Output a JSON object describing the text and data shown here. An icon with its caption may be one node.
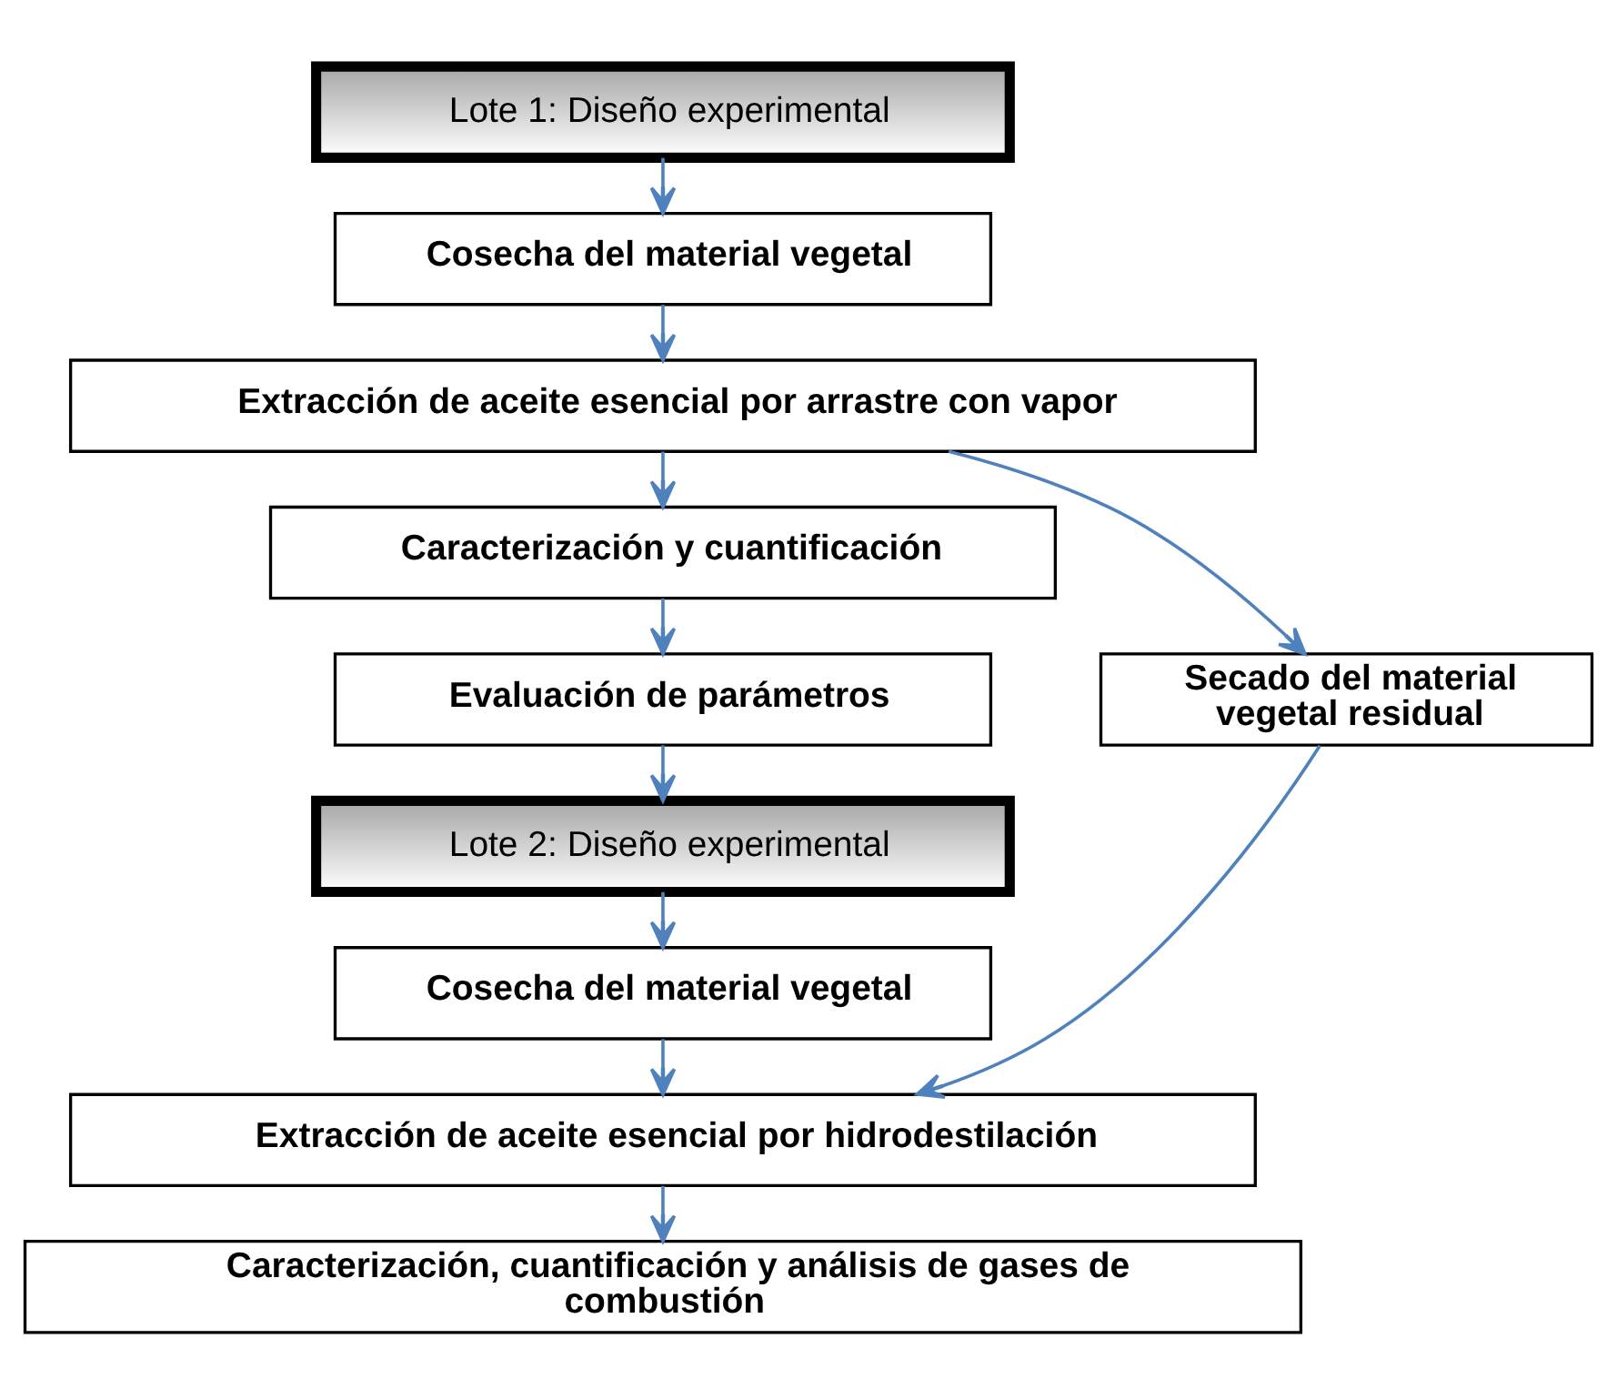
{
  "diagram": {
    "nodes": [
      {
        "text": [
          "Lote 1: Diseño experimental"
        ]
      },
      {
        "text": [
          "Cosecha del material vegetal"
        ]
      },
      {
        "text": [
          "Extracción de aceite esencial por arrastre con vapor"
        ]
      },
      {
        "text": [
          "Caracterización y cuantificación"
        ]
      },
      {
        "text": [
          "Evaluación de parámetros"
        ]
      },
      {
        "text": [
          "Secado del material vegetal residual"
        ]
      },
      {
        "text": [
          "Lote 2: Diseño experimental"
        ]
      },
      {
        "text": [
          "Cosecha del material vegetal"
        ]
      },
      {
        "text": [
          "Extracción de aceite esencial por hidrodestilación"
        ]
      },
      {
        "text": [
          "Caracterización, cuantificación y análisis de gases de combustión"
        ]
      }
    ],
    "edges": [
      {
        "from": 0,
        "to": 1,
        "arrow": "to"
      },
      {
        "from": 1,
        "to": 2,
        "arrow": "to"
      },
      {
        "from": 2,
        "to": 3,
        "arrow": "to"
      },
      {
        "from": 2,
        "to": 5,
        "arrow": "to"
      },
      {
        "from": 3,
        "to": 4,
        "arrow": "to"
      },
      {
        "from": 4,
        "to": 6,
        "arrow": "to"
      },
      {
        "from": 6,
        "to": 7,
        "arrow": "to"
      },
      {
        "from": 7,
        "to": 8,
        "arrow": "to"
      },
      {
        "from": 5,
        "to": 8,
        "arrow": "to"
      },
      {
        "from": 8,
        "to": 9,
        "arrow": "to"
      }
    ]
  }
}
